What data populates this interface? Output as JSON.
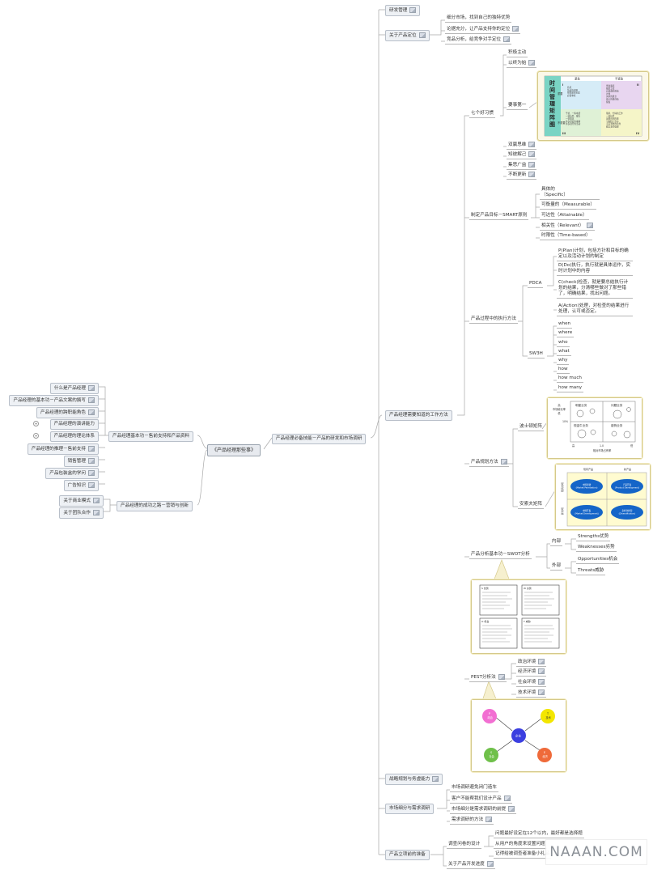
{
  "root": "《产品经理那些事》",
  "left": {
    "branch1": {
      "label": "产品经理基本功－售前支持和产品资料",
      "items": [
        "什么是产品经理",
        "产品经理的基本功－产品文案的撰写",
        "产品经理的跨职能角色",
        "产品经理的演讲能力",
        "产品经理的理论体系",
        "产品经理的推理－售前支持",
        "销售管理",
        "产品包装盒的学问",
        "广告知识"
      ]
    },
    "branch2": {
      "label": "产品经理的成功之路－营销与创新",
      "items": [
        "关于商业模式",
        "关于团队合作"
      ]
    }
  },
  "main": {
    "label": "产品经理必备技能－产品的研发和市场调研",
    "children": {
      "rd": "研发管理",
      "positioning": {
        "label": "关于产品定位",
        "items": [
          "细分市场，找到自己的独特优势",
          "论据充分，让产品支持你的定位",
          "竞品分析，给竞争对手定位"
        ]
      },
      "methods": {
        "label": "产品经理需要知道的工作方法",
        "habits": {
          "label": "七个好习惯",
          "items": [
            "积极主动",
            "以终为始",
            "要事第一",
            "双赢思维",
            "知彼解己",
            "集思广益",
            "不断更新"
          ]
        },
        "smart": {
          "label": "制定产品目标－SMART原则",
          "items": [
            "具体的\n（Specific）",
            "可衡量的（Measurable）",
            "可达性（Attainable）",
            "相关性（Relevant）",
            "时限性（Time-based）"
          ]
        },
        "execution": {
          "label": "产品过程中的执行方法",
          "pdca": {
            "label": "PDCA",
            "items": [
              "P(Plan)计划，包括方针和目标的确定以及活动计划的制定",
              "D(Do)执行，执行就是具体运作，实时计划中的内容",
              "C(check)检查，就是要总结执行计划的结果，分清哪些做对了那些错了，明确结果，找出问题。",
              "A(Action)处理，对检查的结果进行处理，认可或否定。"
            ]
          },
          "w5h3": {
            "label": "5W3H",
            "items": [
              "when",
              "where",
              "who",
              "what",
              "why",
              "how",
              "how much",
              "how many"
            ]
          }
        },
        "planning": {
          "label": "产品规划方法",
          "items": [
            "波士顿矩阵",
            "安索夫矩阵"
          ]
        },
        "swot": {
          "label": "产品分析基本功－SWOT分析",
          "inner": {
            "label": "内部",
            "items": [
              "Strengths优势",
              "Weaknesses劣势"
            ]
          },
          "outer": {
            "label": "外部",
            "items": [
              "Opportunities机会",
              "Threats威胁"
            ]
          }
        },
        "pest": {
          "label": "PEST分析法",
          "items": [
            "政治环境",
            "经济环境",
            "社会环境",
            "技术环境"
          ]
        }
      },
      "strategy": "战略规划与务虚能力",
      "market": {
        "label": "市场细分与需求调研",
        "items": [
          "市场调研避免闭门造车",
          "客户不能帮我们设计产品",
          "市场细分是需求调研的前提",
          "需求调研的方法"
        ]
      },
      "launch": {
        "label": "产品立项前的准备",
        "survey": {
          "label": "调查问卷的设计",
          "items": [
            "问题最好设定在12个以内，最好都是选择题",
            "从用户的角度来设置问题",
            "记得给被调查者准备小礼品"
          ]
        },
        "dev": "关于产品开发进度"
      }
    }
  },
  "images": {
    "time_matrix": {
      "title": "时间管理矩阵图",
      "col_headers": [
        "紧急",
        "不紧急"
      ],
      "row_headers": [
        "重要",
        "不重要"
      ],
      "quadrants": [
        "I",
        "II",
        "III",
        "IV"
      ],
      "q1": "危机\n急迫的问题\n在限期内完成\n必要事项",
      "q2": "准备事项\n预防工作\n价值观的澄清\n计划\n关系的建立\n真正的再创造\n授权",
      "q3": "干扰、一些电话\n一些信件、报告\n一些会议\n许多紧迫的事情\n许多流行的活动",
      "q4": "琐碎、忙碌的工作\n一些信件\n浪费时间的事\n\"逃避性\"活动\n无关紧要的信件\n看太多的电视"
    },
    "bcg": {
      "y_label": "高\n市场增长率\n低",
      "x_label": "相对市场占有率",
      "x_ticks": [
        "高",
        "1.0",
        "低"
      ],
      "y_tick": "10%",
      "cells": [
        "明星业务",
        "问题业务",
        "现金牛业务",
        "瘦狗业务"
      ]
    },
    "ansoff": {
      "cols": [
        "现有产品",
        "新产品"
      ],
      "rows": [
        "现有市场",
        "新市场"
      ],
      "cells": [
        "市场渗透\n(Market Penetration)",
        "产品开发\n(Product Development)",
        "市场开发\n(Market Development)",
        "多样化经营\n(Diversification)"
      ]
    },
    "swot_chart": {
      "cells": [
        "S 优势",
        "W 劣势",
        "O 机会",
        "T 威胁"
      ]
    },
    "pest_chart": {
      "center": "企业",
      "nodes": [
        {
          "letter": "P",
          "label": "政治"
        },
        {
          "letter": "T",
          "label": "技术"
        },
        {
          "letter": "S",
          "label": "社会"
        },
        {
          "letter": "E",
          "label": "经济"
        }
      ]
    }
  },
  "colors": {
    "wire": "#a8a8a8",
    "box_bg": "#eef1f5",
    "matrix_q1": "#d6ecf7",
    "matrix_q2": "#e8d6f0",
    "matrix_q3": "#dff1d6",
    "matrix_q4": "#f5f5c8",
    "ansoff_blue": "#1565c8"
  },
  "watermark": "NAAAN.COM"
}
